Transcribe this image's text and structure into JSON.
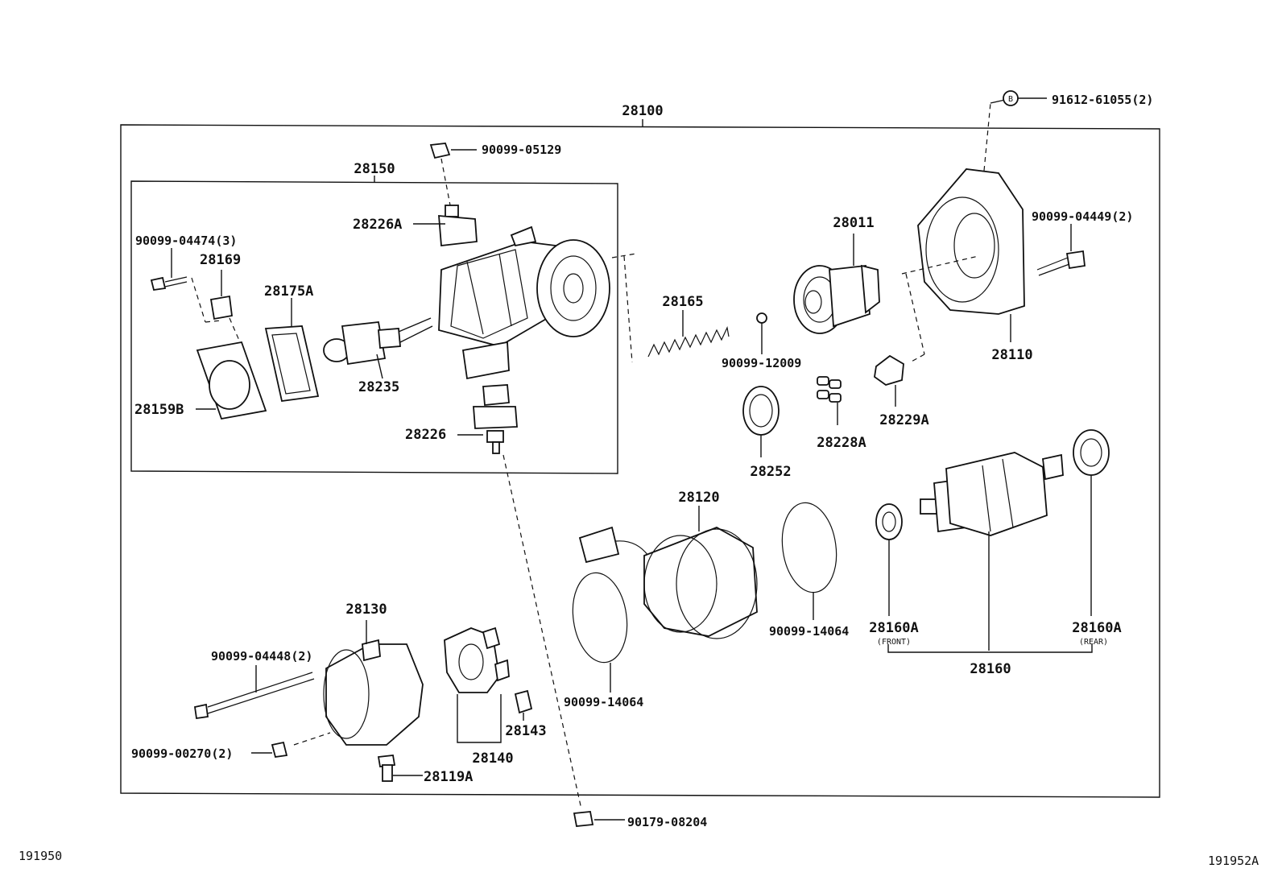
{
  "labels": {
    "assembly": "28100",
    "subassembly": "28150",
    "p90099_05129": "90099-05129",
    "p91612_61055": "91612-61055(2)",
    "callout_b": "B",
    "p28226A": "28226A",
    "p90099_04474": "90099-04474(3)",
    "p28169": "28169",
    "p28175A": "28175A",
    "p28235": "28235",
    "p28159B": "28159B",
    "p28226": "28226",
    "p28165": "28165",
    "p90099_12009": "90099-12009",
    "p28011": "28011",
    "p90099_04449": "90099-04449(2)",
    "p28110": "28110",
    "p28229A": "28229A",
    "p28228A": "28228A",
    "p28252": "28252",
    "p28120": "28120",
    "p90099_14064_a": "90099-14064",
    "p28160A_front": "28160A",
    "front_note": "(FRONT)",
    "p28160A_rear": "28160A",
    "rear_note": "(REAR)",
    "p28160": "28160",
    "p28130": "28130",
    "p90099_04448": "90099-04448(2)",
    "p90099_00270": "90099-00270(2)",
    "p28119A": "28119A",
    "p28140": "28140",
    "p28143": "28143",
    "p90099_14064_b": "90099-14064",
    "p90179_08204": "90179-08204"
  },
  "footer": {
    "left_code": "191950",
    "right_code": "191952A"
  }
}
